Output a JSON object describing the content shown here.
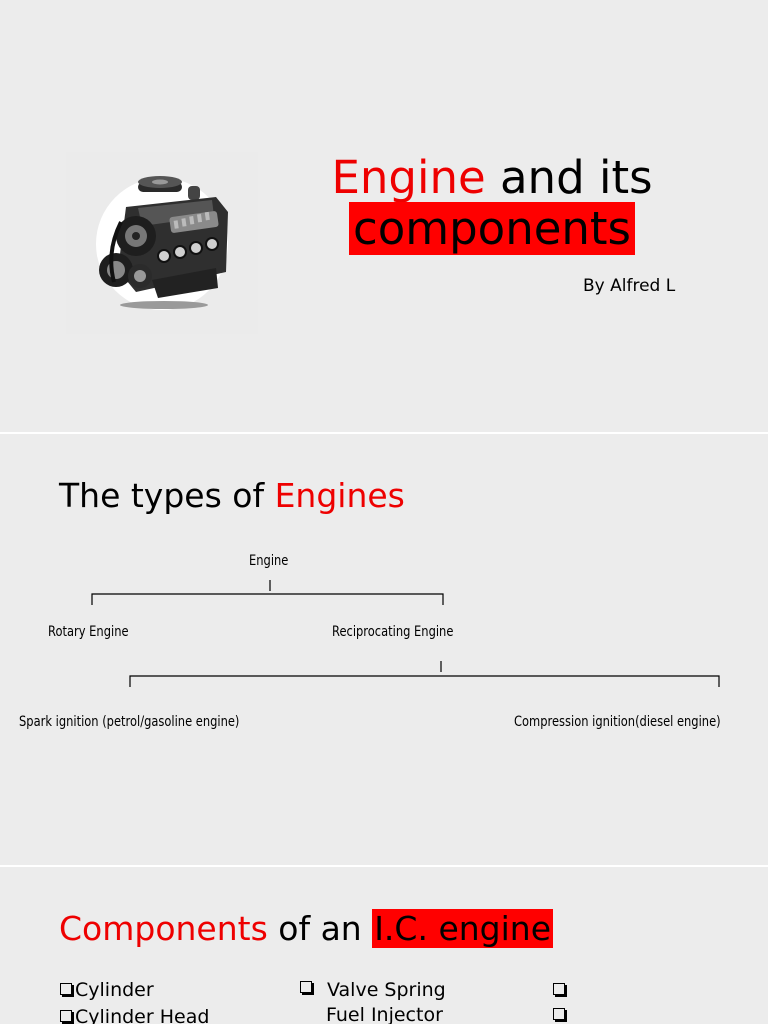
{
  "slide1": {
    "title_red": "Engine",
    "title_rest": " and its",
    "title_highlight": "components",
    "byline": "By Alfred L",
    "image_icon": "engine-image"
  },
  "slide2": {
    "title_prefix": "The types of ",
    "title_red": "Engines",
    "tree": {
      "root": "Engine",
      "level1": [
        "Rotary Engine",
        "Reciprocating Engine"
      ],
      "level2": [
        "Spark ignition (petrol/gasoline engine)",
        "Compression ignition(diesel engine)"
      ]
    }
  },
  "slide3": {
    "title_red": "Components",
    "title_mid": " of an ",
    "title_highlight": "I.C. engine",
    "col1": [
      "Cylinder",
      "Cylinder Head"
    ],
    "col2": [
      "Valve Spring",
      "Fuel Injector"
    ],
    "col3": [
      "",
      ""
    ]
  },
  "colors": {
    "accent_red": "#ee0000",
    "highlight_red": "#ff0000",
    "slide_bg": "#ececec"
  }
}
